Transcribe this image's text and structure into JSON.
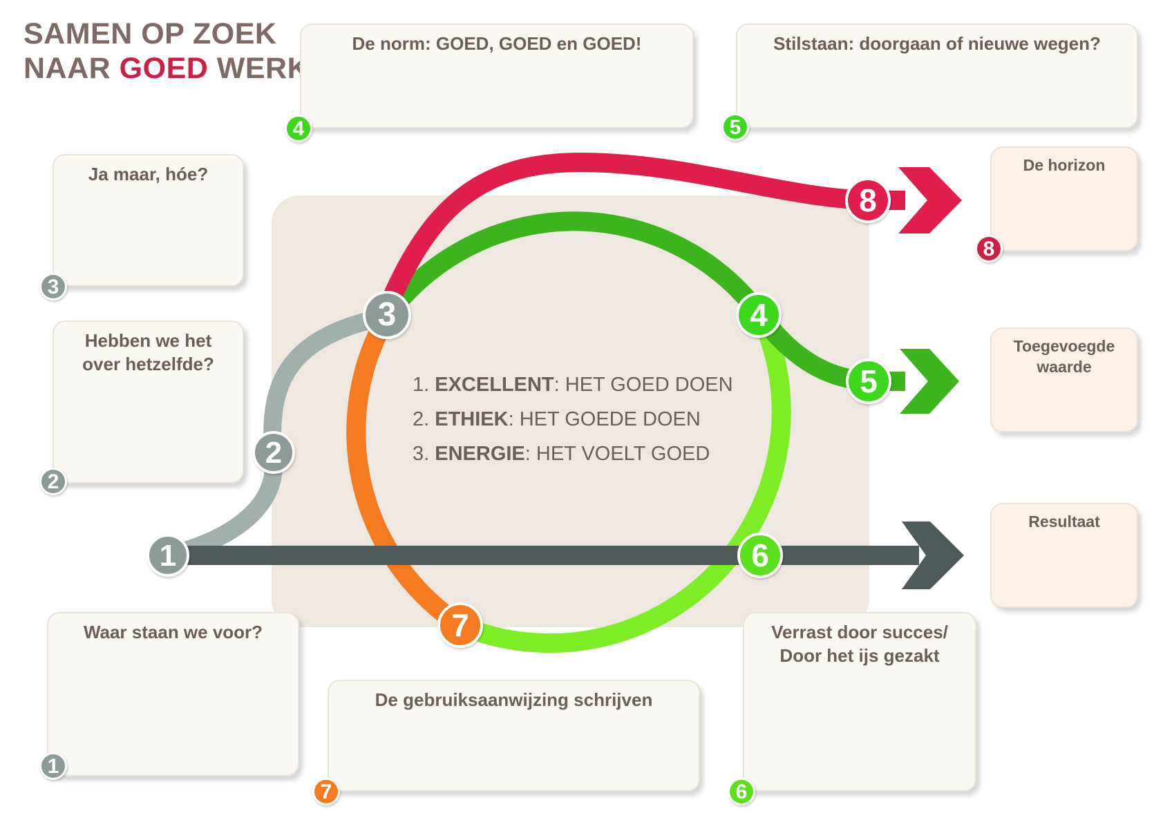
{
  "title": {
    "line1": "SAMEN OP ZOEK",
    "line2_a": "NAAR ",
    "line2_b": "GOED",
    "line2_c": " WERK"
  },
  "colors": {
    "grey_light": "#a1afad",
    "grey_dark": "#4e5b5a",
    "red": "#e01e4c",
    "green": "#3cb41c",
    "green_light": "#7ded26",
    "orange": "#f47b20",
    "title_accent": "#cc1f45"
  },
  "boxes": [
    {
      "id": 1,
      "title": "Waar staan we voor?"
    },
    {
      "id": 2,
      "title": "Hebben we het over hetzelfde?"
    },
    {
      "id": 3,
      "title": "Ja maar, hóe?"
    },
    {
      "id": 4,
      "title": "De norm: GOED, GOED en GOED!"
    },
    {
      "id": 5,
      "title": "Stilstaan: doorgaan of nieuwe wegen?"
    },
    {
      "id": 6,
      "title": "Verrast door succes/ Door het ijs gezakt"
    },
    {
      "id": 7,
      "title": "De gebruiksaanwijzing schrijven"
    },
    {
      "id": 8,
      "title": "De horizon"
    },
    {
      "id": 9,
      "title": "Toegevoegde waarde"
    },
    {
      "id": 10,
      "title": "Resultaat"
    }
  ],
  "badges": {
    "1": "1",
    "2": "2",
    "3": "3",
    "4": "4",
    "5": "5",
    "6": "6",
    "7": "7",
    "8": "8"
  },
  "norms": [
    {
      "num": "1. ",
      "key": "EXCELLENT",
      "rest": ": HET GOED DOEN"
    },
    {
      "num": "2. ",
      "key": "ETHIEK",
      "rest": ": HET GOEDE DOEN"
    },
    {
      "num": "3. ",
      "key": "ENERGIE",
      "rest": ": HET VOELT GOED"
    }
  ]
}
